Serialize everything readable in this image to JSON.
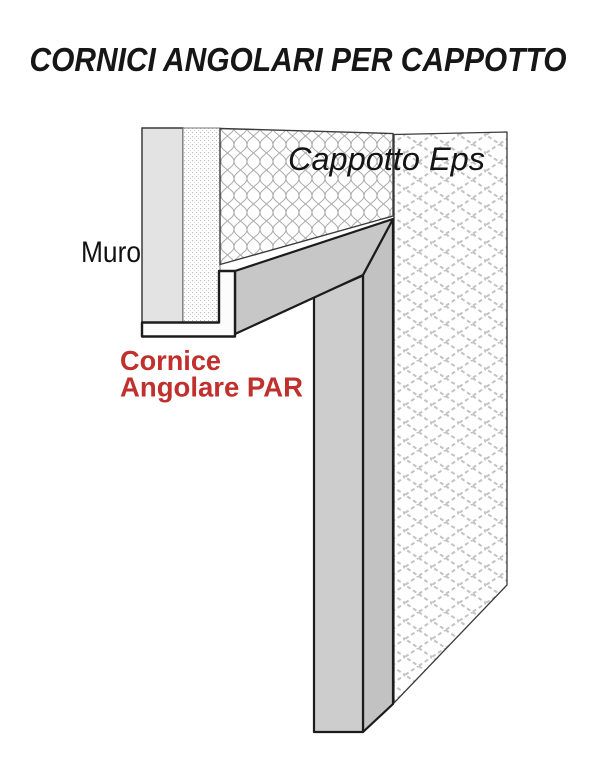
{
  "title": "CORNICI ANGOLARI PER CAPPOTTO",
  "labels": {
    "wall": "Muro",
    "insulation": "Cappotto Eps",
    "frame_line1": "Cornice",
    "frame_line2": "Angolare PAR"
  },
  "colors": {
    "accent_red": "#c0302c",
    "title_black": "#161616",
    "wall_gray": "#e3e3e3",
    "frame_band_gray": "#c7c7c7",
    "frame_front_gray": "#cdcdcd",
    "frame_side_gray": "#c2c2c2",
    "profile_white": "#fcfcfc"
  }
}
